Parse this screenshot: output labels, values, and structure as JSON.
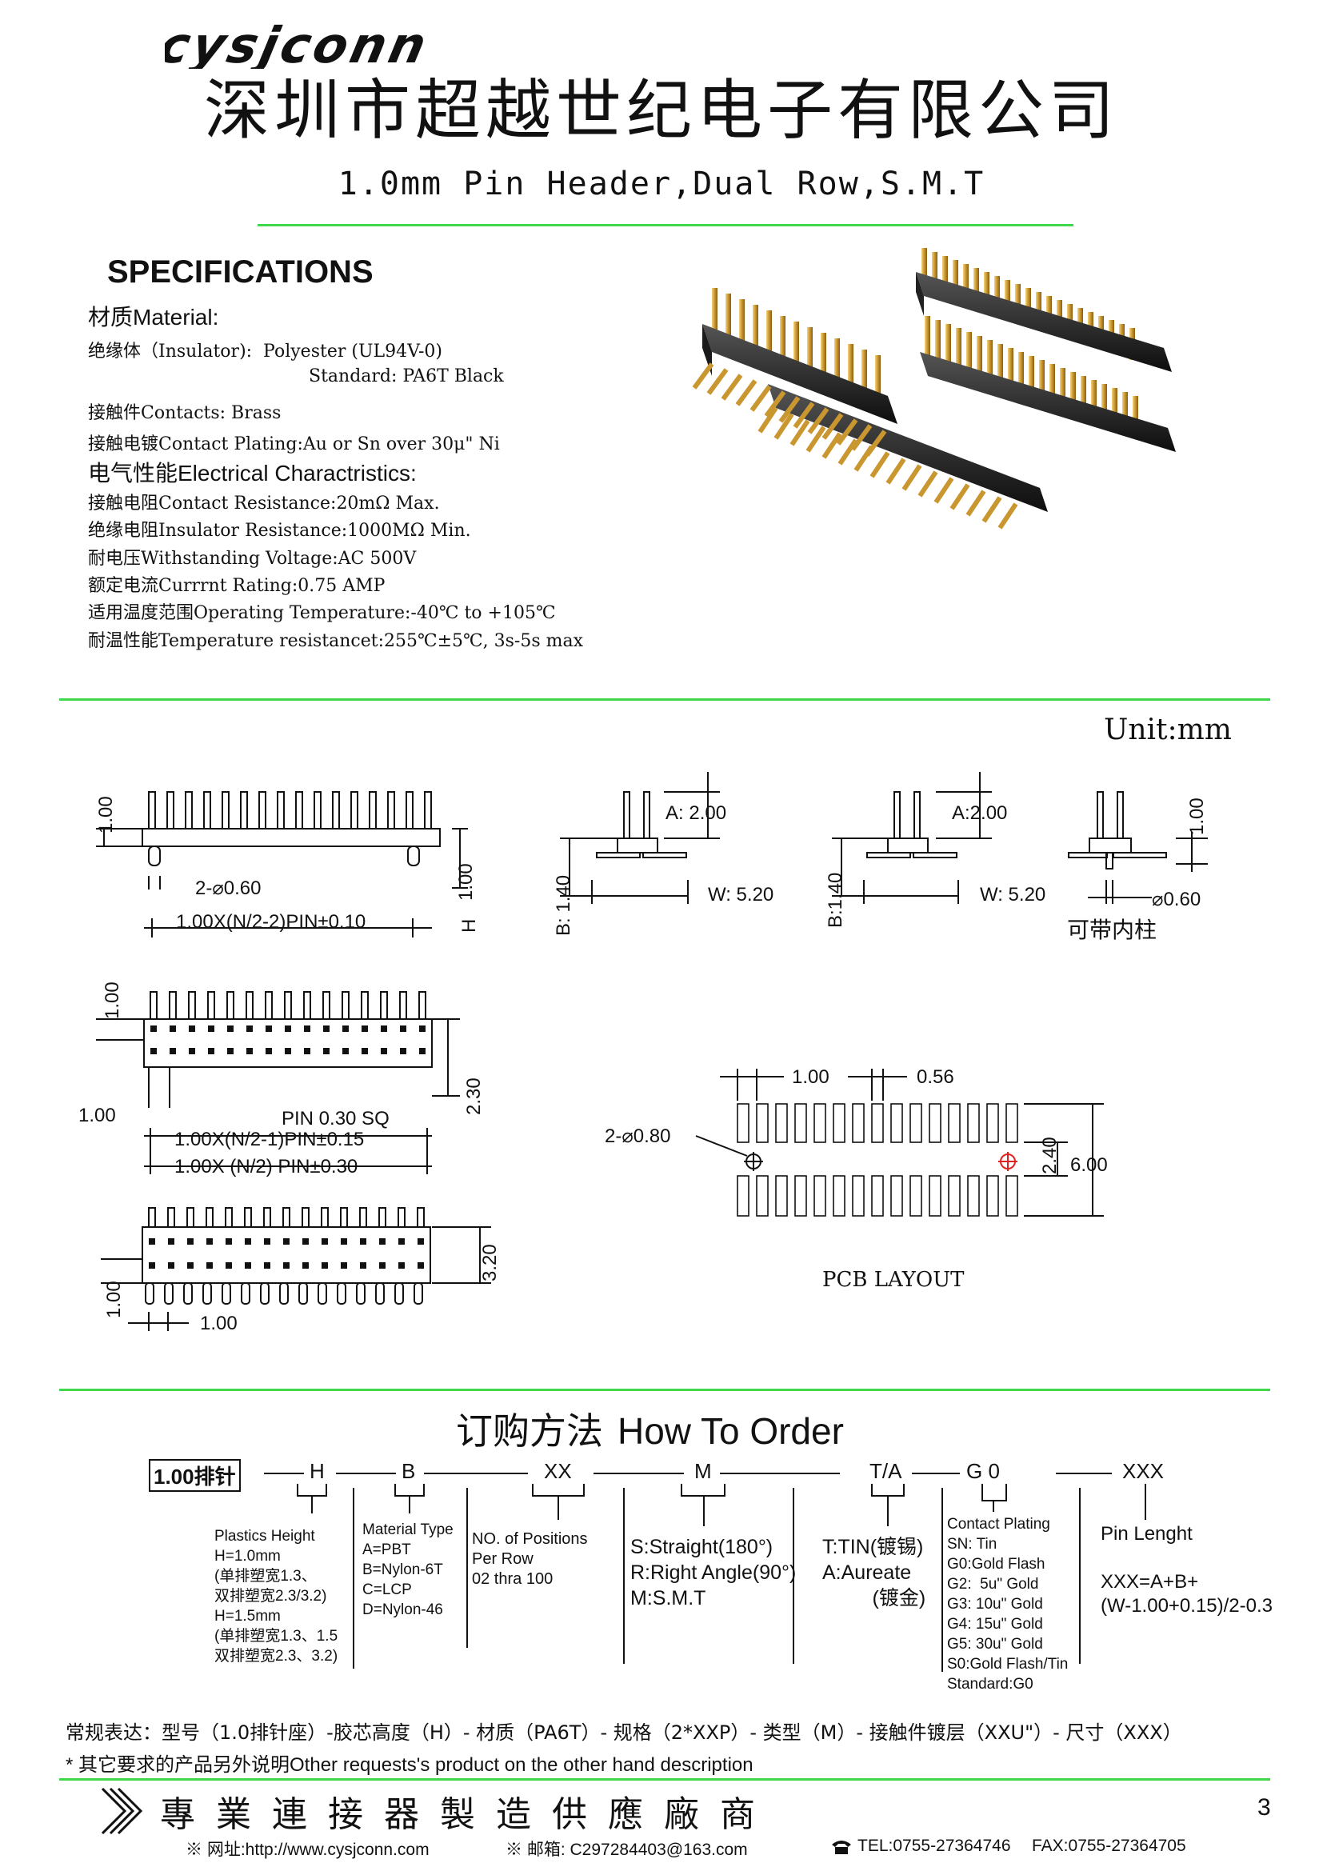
{
  "header": {
    "logo_text": "cysjconn",
    "company_name": "深圳市超越世纪电子有限公司",
    "product_title": "1.0mm Pin Header,Dual Row,S.M.T"
  },
  "specs": {
    "title": "SPECIFICATIONS",
    "material_head": "材质Material:",
    "insulator": "绝缘体（Insulator):  Polyester (UL94V-0)",
    "insulator_std": "Standard: PA6T Black",
    "contacts": "接触件Contacts: Brass",
    "plating": "接触电镀Contact Plating:Au or Sn over 30μ\" Ni",
    "electrical_head": "电气性能Electrical Charactristics:",
    "contact_resistance": "接触电阻Contact Resistance:20mΩ Max.",
    "insulator_resistance": "绝缘电阻Insulator Resistance:1000MΩ Min.",
    "withstanding_voltage": "耐电压Withstanding Voltage:AC 500V",
    "current_rating": "额定电流Currrnt Rating:0.75 AMP",
    "operating_temp": "适用温度范围Operating Temperature:-40℃ to +105℃",
    "temp_resistance": "耐温性能Temperature resistancet:255℃±5℃, 3s-5s max"
  },
  "drawing": {
    "unit": "Unit:mm",
    "d_1_00": "1.00",
    "d_2_dia060": "2-⌀0.60",
    "d_pitch_n2_2": "1.00X(N/2-2)PIN±0.10",
    "d_h": "H",
    "d_a": "A: 2.00",
    "d_a2": "A:2.00",
    "d_b": "B: 1.40",
    "d_b2": "B:1.40",
    "d_w": "W: 5.20",
    "d_dia060": "⌀0.60",
    "d_post": "可带内柱",
    "d_pin_sq": "PIN 0.30 SQ",
    "d_pitch_n2_1": "1.00X(N/2-1)PIN±0.15",
    "d_pitch_n2": "1.00X (N/2) PIN±0.30",
    "d_2_30": "2.30",
    "d_3_20": "3.20",
    "pcb_1_00": "1.00",
    "pcb_0_56": "0.56",
    "pcb_dia080": "2-⌀0.80",
    "pcb_2_40": "2.40",
    "pcb_6_00": "6.00",
    "pcb_label": "PCB LAYOUT"
  },
  "order": {
    "title_cn": "订购方法",
    "title_en": "How To Order",
    "part": "1.00排针",
    "code_h": "H",
    "code_b": "B",
    "code_xx": "XX",
    "code_m": "M",
    "code_ta": "T/A",
    "code_g0": "G 0",
    "code_xxx": "XXX",
    "h_desc": "Plastics Height\nH=1.0mm\n(单排塑宽1.3、\n双排塑宽2.3/3.2)\nH=1.5mm\n(单排塑宽1.3、1.5\n双排塑宽2.3、3.2)",
    "b_desc": "Material Type\nA=PBT\nB=Nylon-6T\nC=LCP\nD=Nylon-46",
    "xx_desc": "NO. of Positions\nPer Row\n02 thra 100",
    "m_desc": "S:Straight(180°)\nR:Right Angle(90°)\nM:S.M.T",
    "ta_desc": "T:TIN(镀锡)\nA:Aureate\n         (镀金)",
    "g0_desc": "Contact Plating\nSN: Tin\nG0:Gold Flash\nG2:  5u\" Gold\nG3: 10u\" Gold\nG4: 15u\" Gold\nG5: 30u\" Gold\nS0:Gold Flash/Tin\nStandard:G0",
    "xxx_desc": "Pin Lenght\n\nXXX=A+B+\n(W-1.00+0.15)/2-0.3"
  },
  "remarks": {
    "line1": "常规表达：型号（1.0排针座）-胶芯高度（H）- 材质（PA6T）- 规格（2*XXP）- 类型（M）- 接触件镀层（XXU\"）- 尺寸（XXX）",
    "line2": "* 其它要求的产品另外说明Other requests's product on the other hand description"
  },
  "footer": {
    "slogan": "專業連接器製造供應廠商",
    "website": "※ 网址:http://www.cysjconn.com",
    "email": "※ 邮箱: C297284403@163.com",
    "tel": "TEL:0755-27364746",
    "fax": "FAX:0755-27364705",
    "page": "3"
  }
}
